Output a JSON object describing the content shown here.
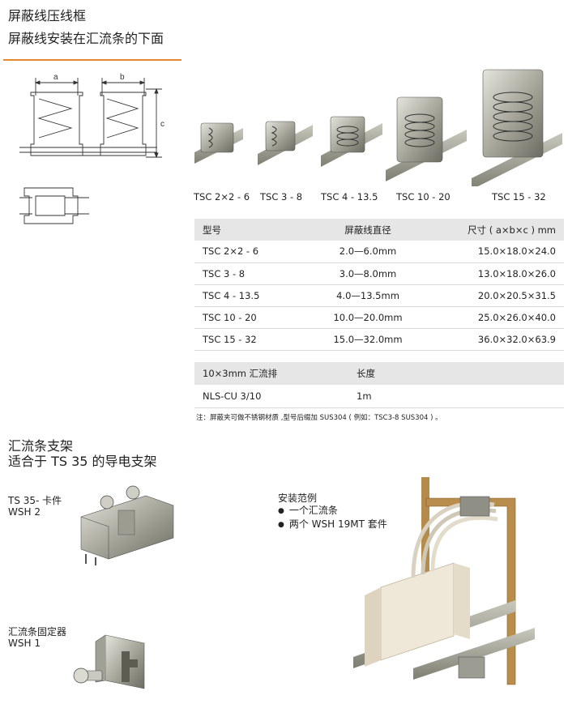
{
  "header": {
    "title": "屏蔽线压线框",
    "subtitle": "屏蔽线安装在汇流条的下面",
    "accent_color": "#e8882e"
  },
  "diagram": {
    "dim_a": "a",
    "dim_b": "b",
    "dim_c": "c"
  },
  "products": [
    {
      "caption": "TSC 2×2 - 6"
    },
    {
      "caption": "TSC 3 - 8"
    },
    {
      "caption": "TSC 4 - 13.5"
    },
    {
      "caption": "TSC 10 - 20"
    },
    {
      "caption": "TSC 15 - 32"
    }
  ],
  "spec_table": {
    "headers": [
      "型号",
      "屏蔽线直径",
      "尺寸 ( a×b×c ) mm"
    ],
    "rows": [
      [
        "TSC 2×2 - 6",
        "2.0—6.0mm",
        "15.0×18.0×24.0"
      ],
      [
        "TSC 3 - 8",
        "3.0—8.0mm",
        "13.0×18.0×26.0"
      ],
      [
        "TSC 4 - 13.5",
        "4.0—13.5mm",
        "20.0×20.5×31.5"
      ],
      [
        "TSC 10 - 20",
        "10.0—20.0mm",
        "25.0×26.0×40.0"
      ],
      [
        "TSC 15 - 32",
        "15.0—32.0mm",
        "36.0×32.0×63.9"
      ]
    ]
  },
  "busbar_table": {
    "headers": [
      "10×3mm 汇流排",
      "长度"
    ],
    "rows": [
      [
        "NLS-CU 3/10",
        "1m"
      ]
    ]
  },
  "note": "注：屏蔽夹可做不锈钢材质 ,型号后缀加 SUS304 ( 例如：TSC3-8 SUS304 ) 。",
  "section2": {
    "title1": "汇流条支架",
    "title2": "适合于 TS 35 的导电支架"
  },
  "wsh2": {
    "line1": "TS 35- 卡件",
    "line2": "WSH 2"
  },
  "wsh1": {
    "line1": "汇流条固定器",
    "line2": "WSH 1"
  },
  "install": {
    "title": "安装范例",
    "items": [
      "一个汇流条",
      "两个 WSH 19MT 套件"
    ]
  }
}
